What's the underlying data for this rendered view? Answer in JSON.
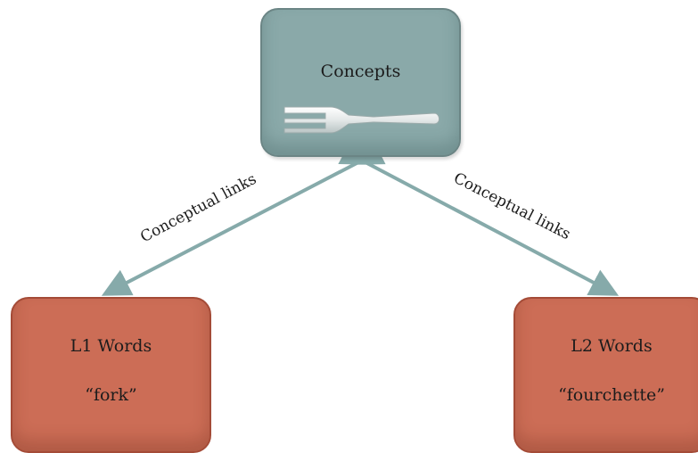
{
  "nodes": {
    "concepts": {
      "title": "Concepts",
      "icon": "fork-icon"
    },
    "l1": {
      "title": "L1 Words",
      "word": "“fork”"
    },
    "l2": {
      "title": "L2 Words",
      "word": "“fourchette”"
    }
  },
  "edges": {
    "left_label": "Conceptual links",
    "right_label": "Conceptual links"
  },
  "colors": {
    "concept_box": "#8aa9a9",
    "word_box": "#cc6d56",
    "arrow": "#86aaaa"
  }
}
